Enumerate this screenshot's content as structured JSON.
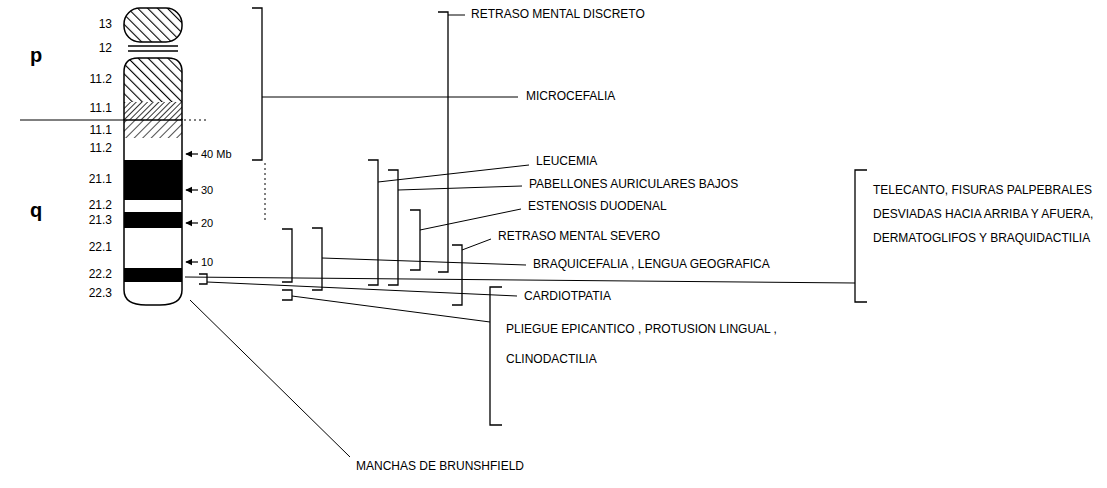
{
  "diagram": {
    "labels": [
      "p",
      "q",
      "13",
      "12",
      "11.2",
      "11.1",
      "11.1",
      "11.2",
      "21.1",
      "21.2",
      "21.3",
      "22.1",
      "22.2",
      "22.3",
      "40 Mb",
      "30",
      "20",
      "10",
      "RETRASO MENTAL DISCRETO",
      "MICROCEFALIA",
      "LEUCEMIA",
      "PABELLONES AURICULARES BAJOS",
      "ESTENOSIS DUODENAL",
      "RETRASO MENTAL SEVERO",
      "BRAQUICEFALIA , LENGUA GEOGRAFICA",
      "CARDIOTPATIA",
      "TELECANTO, FISURAS PALPEBRALES DESVIADAS HACIA ARRIBA Y AFUERA, DERMATOGLIFOS Y BRAQUIDACTILIA",
      "PLIEGUE EPICANTICO , PROTUSION LINGUAL , CLINODACTILIA",
      "MANCHAS DE BRUNSHFIELD"
    ]
  }
}
